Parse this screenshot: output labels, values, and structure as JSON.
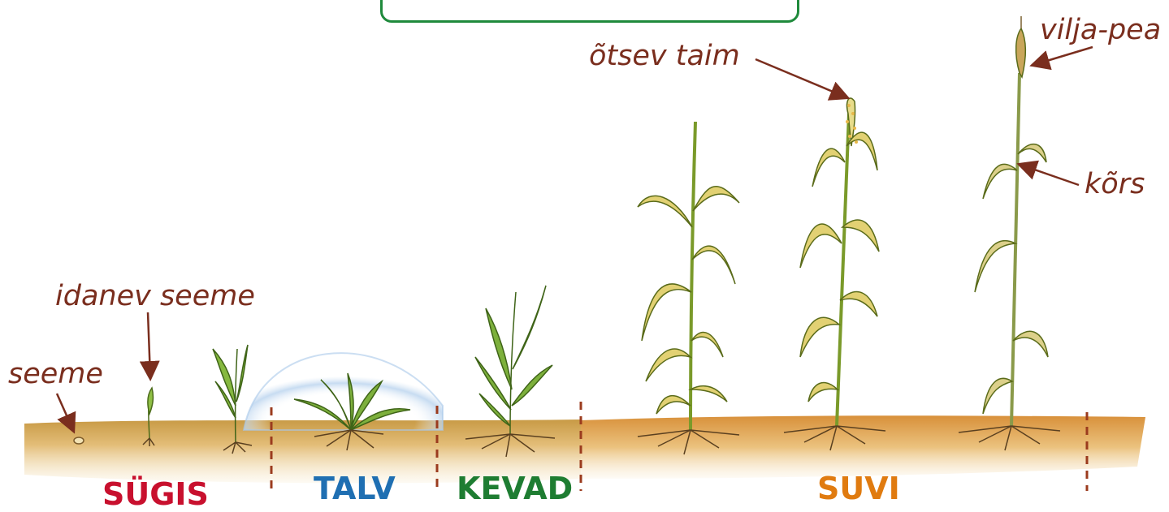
{
  "labels": {
    "seeme": "seeme",
    "idanev_seeme": "idanev seeme",
    "otsev_taim": "õtsev taim",
    "vilja_pea": "vilja-pea",
    "kors": "kõrs"
  },
  "seasons": [
    {
      "name": "SÜGIS",
      "color": "#c8102e"
    },
    {
      "name": "TALV",
      "color": "#1f6fb2"
    },
    {
      "name": "KEVAD",
      "color": "#1e7d32"
    },
    {
      "name": "SUVI",
      "color": "#e07b10"
    }
  ],
  "colors": {
    "label_text": "#7a2e1e",
    "arrow": "#7a2e1e",
    "soil": "#d9a65a",
    "leaf": "#7fb23a",
    "title_border": "#1f8a3c",
    "divider": "#9b3b1e"
  }
}
